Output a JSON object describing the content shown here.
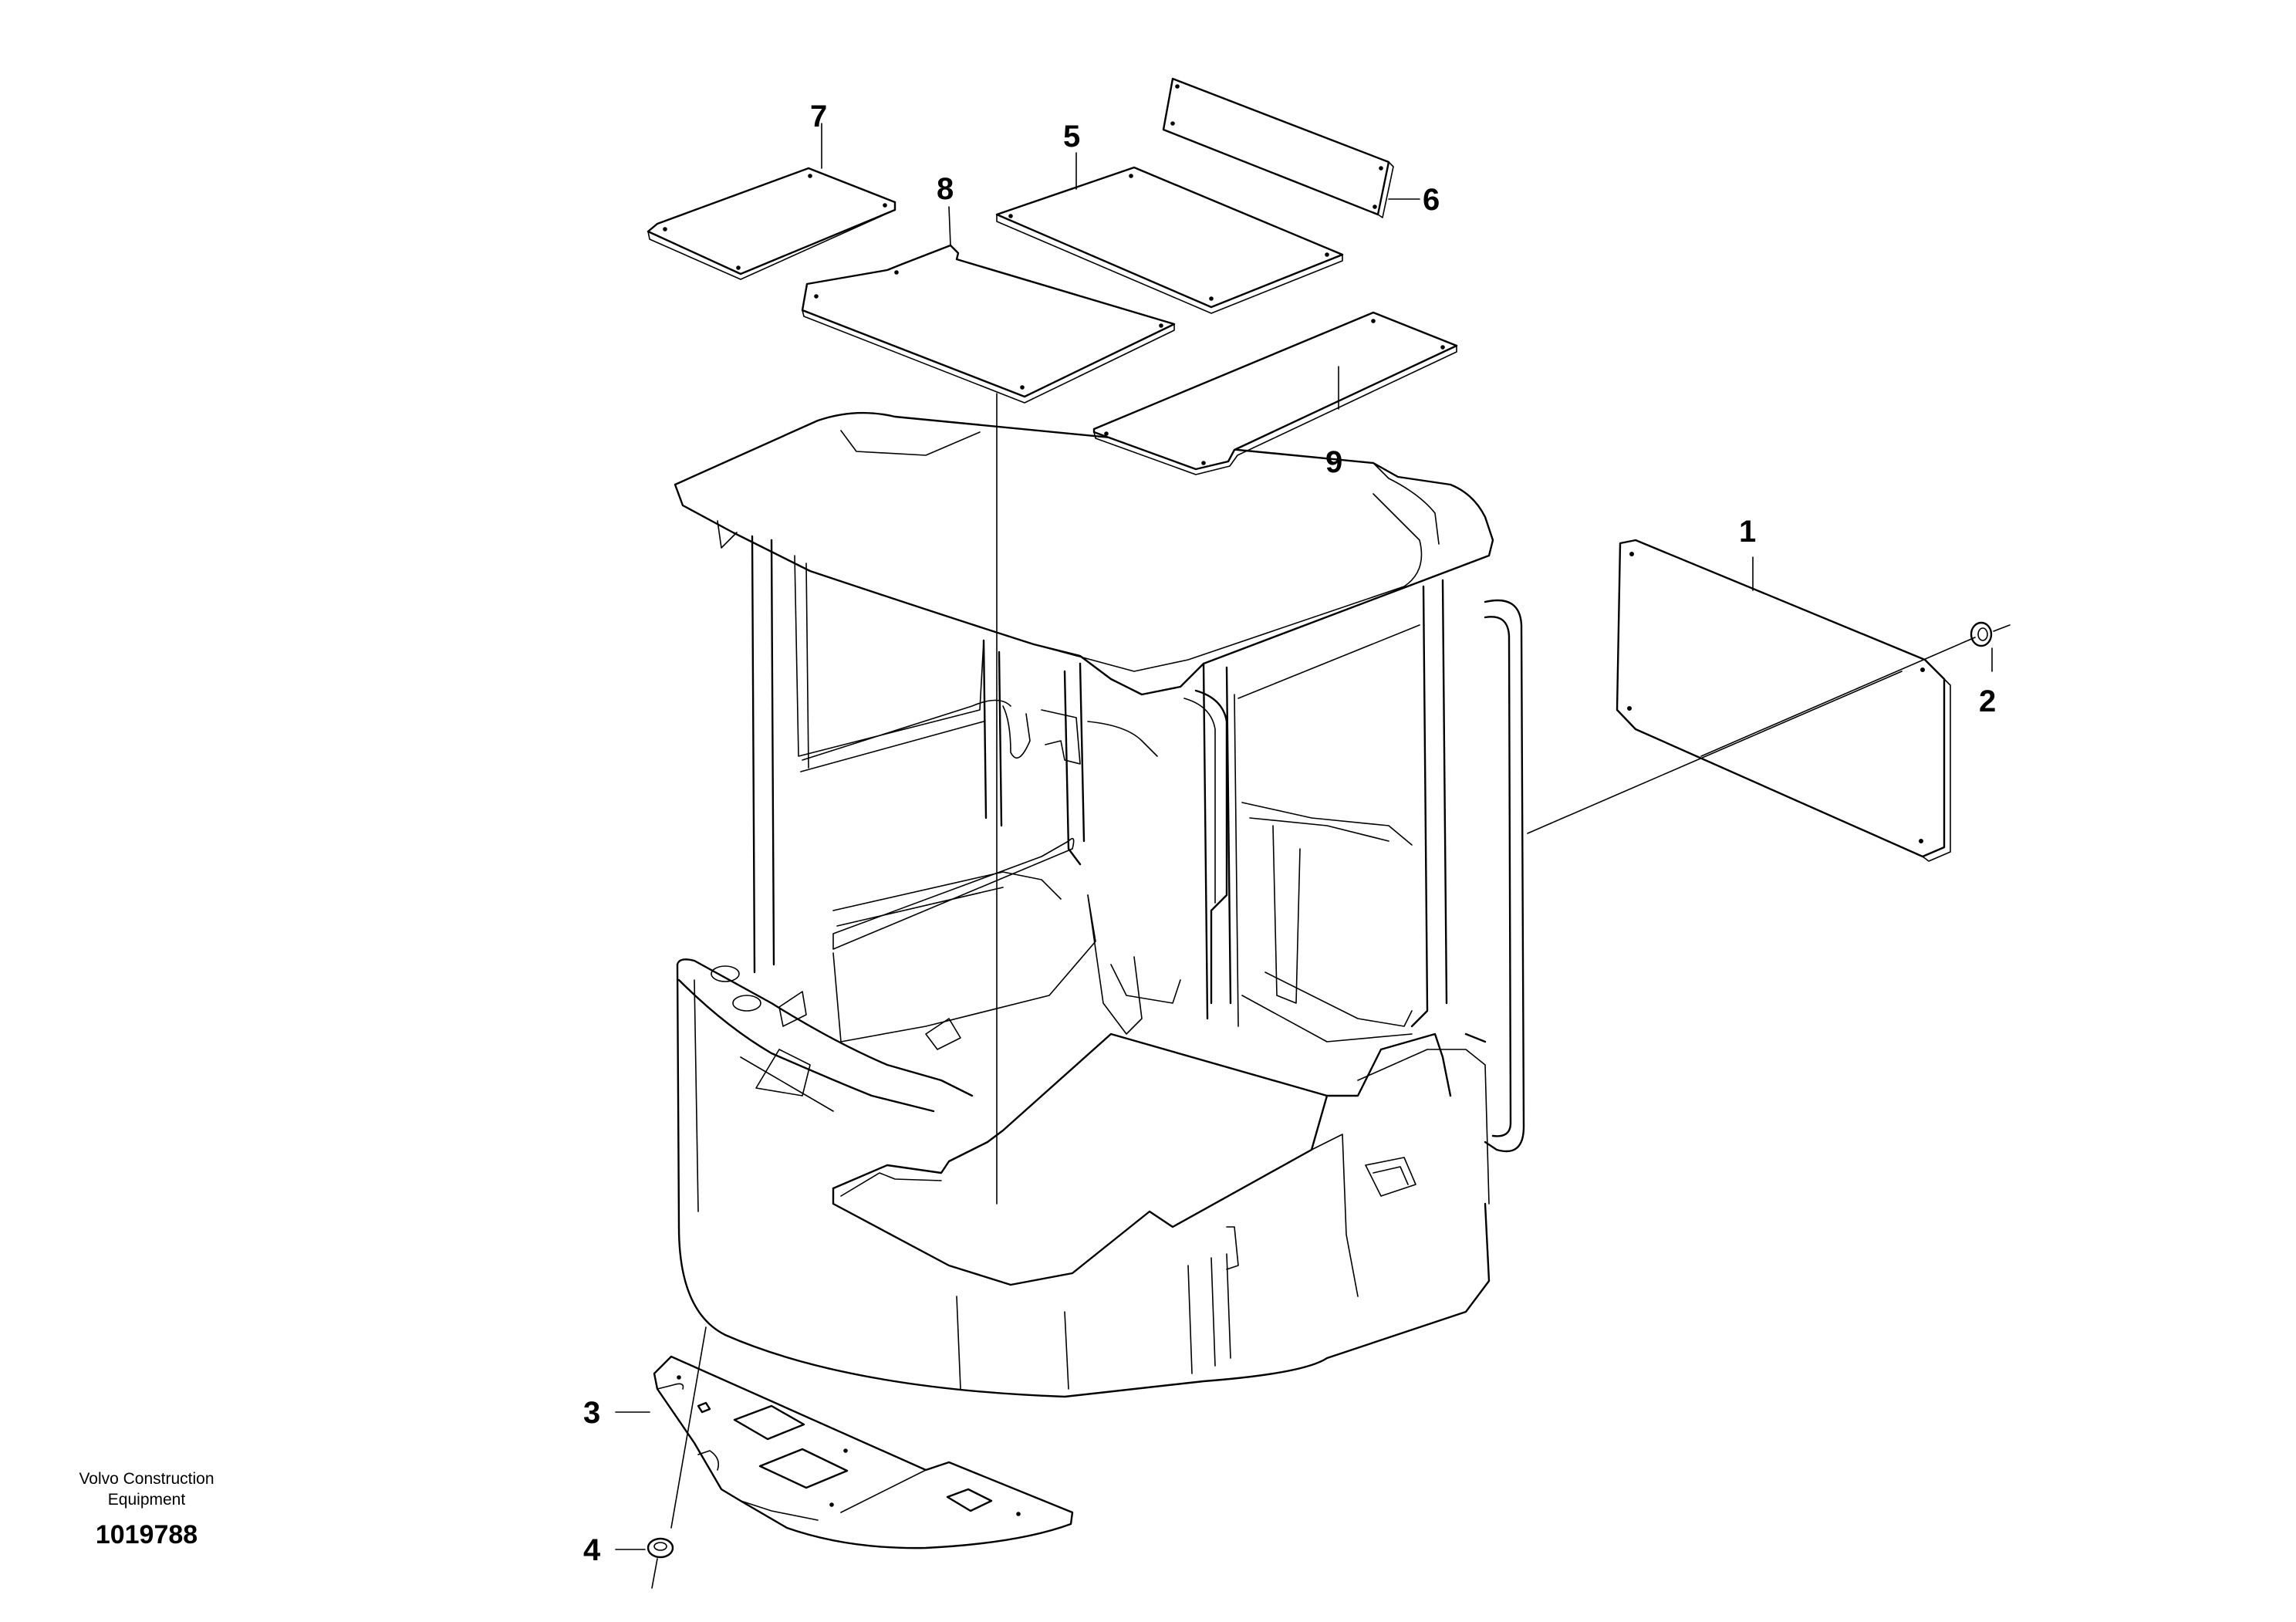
{
  "callouts": {
    "c1": "1",
    "c2": "2",
    "c3": "3",
    "c4": "4",
    "c5": "5",
    "c6": "6",
    "c7": "7",
    "c8": "8",
    "c9": "9"
  },
  "footer": {
    "maker_line1": "Volvo Construction",
    "maker_line2": "Equipment",
    "part_number": "1019788"
  }
}
